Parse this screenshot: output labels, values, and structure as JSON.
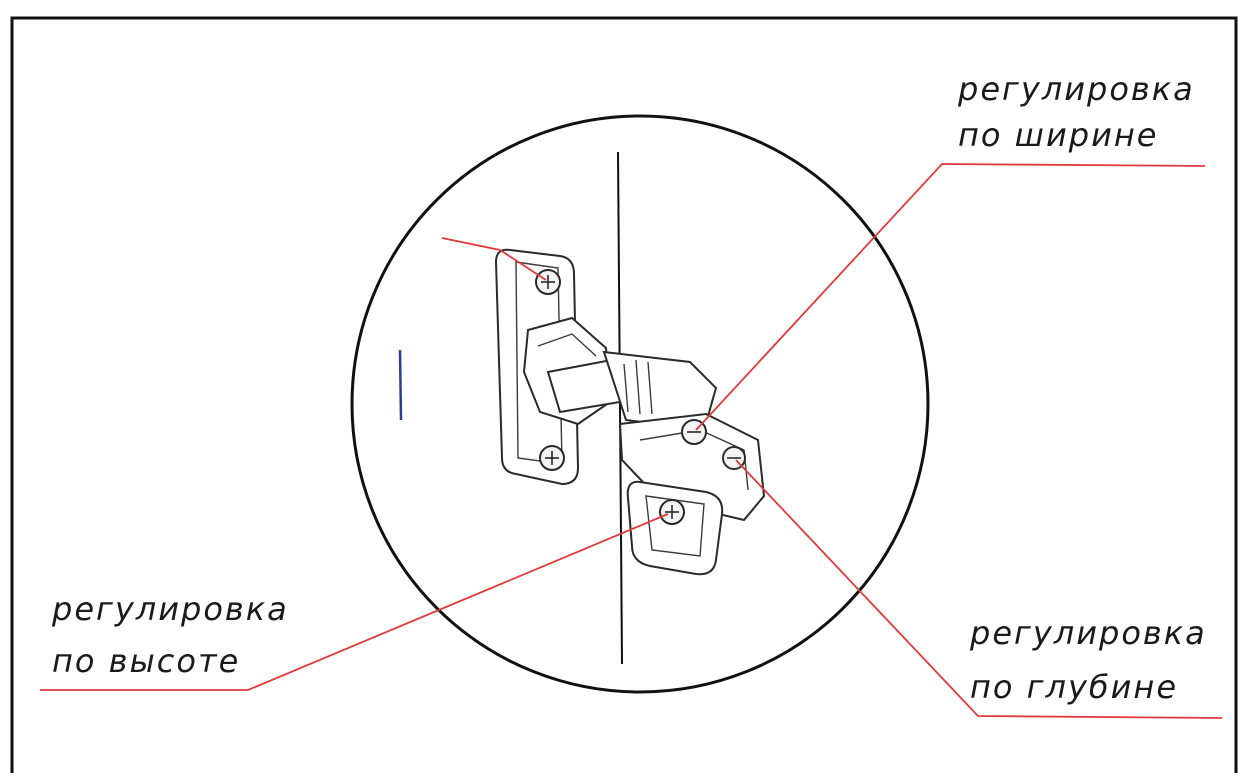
{
  "labels": {
    "width_adjust": [
      "регулировка",
      "по ширине"
    ],
    "height_adjust": [
      "регулировка",
      "по высоте"
    ],
    "depth_adjust": [
      "регулировка",
      "по глубине"
    ]
  },
  "colors": {
    "leader": "#e03a3a",
    "outline": "#111111",
    "stripe": "#2b3d8f"
  }
}
